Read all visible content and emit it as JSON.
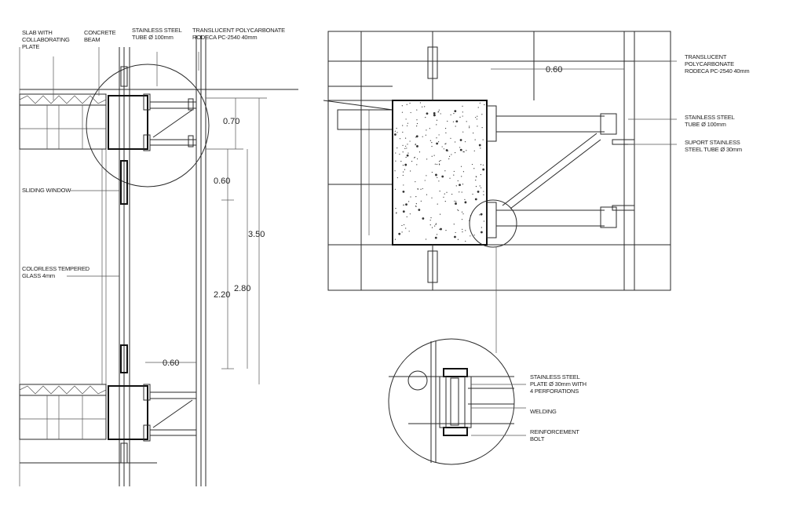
{
  "left_detail": {
    "labels": {
      "slab": [
        "SLAB WITH",
        "COLLABORATING",
        "PLATE"
      ],
      "beam": [
        "CONCRETE",
        "BEAM"
      ],
      "tube": [
        "STAINLESS STEEL",
        "TUBE Ø 100mm"
      ],
      "polycarbonate": [
        "TRANSLUCENT POLYCARBONATE",
        "RODECA PC-2540 40mm"
      ],
      "sliding_window": [
        "SLIDING WINDOW"
      ],
      "glass": [
        "COLORLESS TEMPERED",
        "GLASS 4mm"
      ]
    },
    "dimensions": {
      "d070": "0.70",
      "d060_vertical": "0.60",
      "d350": "3.50",
      "d280": "2.80",
      "d220": "2.20",
      "d060_horizontal": "0.60"
    }
  },
  "right_detail": {
    "dimension_top": "0.60",
    "labels": {
      "polycarbonate": [
        "TRANSLUCENT",
        "POLYCARBONATE",
        "RODECA PC-2540 40mm"
      ],
      "tube": [
        "STAINLESS STEEL",
        "TUBE Ø 100mm"
      ],
      "support_tube": [
        "SUPORT STAINLESS",
        "STEEL TUBE Ø 30mm"
      ]
    }
  },
  "bolt_detail": {
    "labels": {
      "plate": [
        "STAINLESS STEEL",
        "PLATE Ø 30mm WITH",
        "4 PERFORATIONS"
      ],
      "welding": [
        "WELDING"
      ],
      "bolt": [
        "REINFORCEMENT",
        "BOLT"
      ]
    }
  }
}
